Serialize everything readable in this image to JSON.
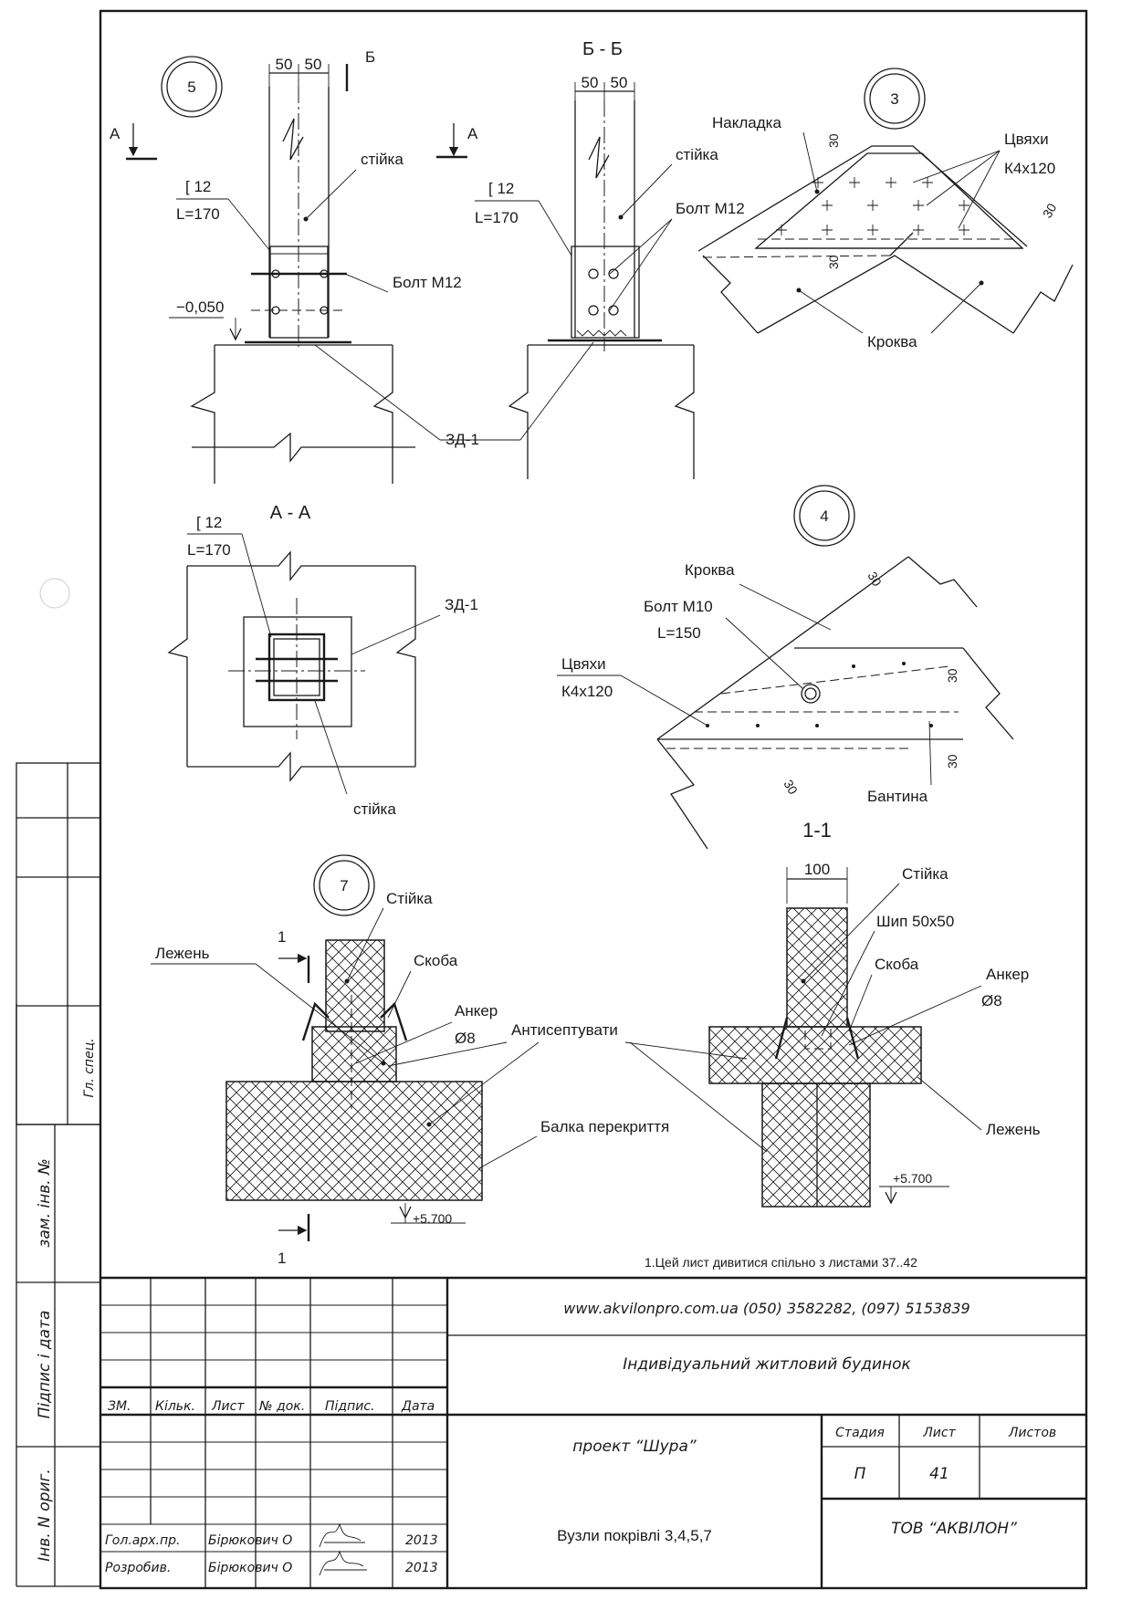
{
  "node5": {
    "num": "5",
    "dim1": "50",
    "dim2": "50",
    "sec_b": "Б",
    "sec_a_left": "А",
    "sec_a_right": "А",
    "label_post": "стійка",
    "label_channel": "[ 12",
    "label_len": "L=170",
    "label_bolt": "Болт М12",
    "label_level": "−0,050"
  },
  "section_bb": {
    "title": "Б - Б",
    "dim1": "50",
    "dim2": "50",
    "label_post": "стійка",
    "label_channel": "[ 12",
    "label_len": "L=170",
    "label_bolt": "Болт М12"
  },
  "zd_label": "ЗД-1",
  "node3": {
    "num": "3",
    "label_plate": "Накладка",
    "label_nails": "Цвяхи",
    "label_nails_size": "К4х120",
    "dim_30a": "30",
    "dim_30b": "30",
    "dim_30c": "30",
    "label_rafter": "Кроква"
  },
  "section_aa": {
    "title": "А - А",
    "label_channel": "[ 12",
    "label_len": "L=170",
    "label_zd": "ЗД-1",
    "label_post": "стійка"
  },
  "node4": {
    "num": "4",
    "label_rafter": "Кроква",
    "label_bolt": "Болт М10",
    "label_len": "L=150",
    "label_nails": "Цвяхи",
    "label_nails_size": "К4х120",
    "label_tie": "Бантина",
    "dim_30a": "30",
    "dim_30b": "30",
    "dim_30c": "30",
    "dim_30d": "30"
  },
  "node7": {
    "num": "7",
    "label_post": "Стійка",
    "label_plate": "Лежень",
    "label_clamp": "Скоба",
    "label_anchor": "Анкер",
    "label_anchor_d": "Ø8",
    "label_antiseptic": "Антисептувати",
    "label_beam": "Балка перекриття",
    "label_level": "+5.700",
    "cut": "1"
  },
  "section_11": {
    "title": "1-1",
    "dim": "100",
    "label_post": "Стійка",
    "label_tenon": "Шип 50х50",
    "label_clamp": "Скоба",
    "label_anchor": "Анкер",
    "label_anchor_d": "Ø8",
    "label_plate": "Лежень",
    "label_level": "+5.700"
  },
  "note": "1.Цей лист дивитися спільно з листами 37..42",
  "side_stamp": {
    "c1": "Гл. спец.",
    "c2": "зам. інв. №",
    "c3": "Підпис і дата",
    "c4": "Інв. N ориг."
  },
  "title_block": {
    "website": "www.akvilonpro.com.ua (050) 3582282, (097) 5153839",
    "object": "Індивідуальний житловий будинок",
    "project": "проект “Шура”",
    "sheet_title": "Вузли покрівлі 3,4,5,7",
    "company": "ТОВ “АКВІЛОН”",
    "headers": {
      "zm": "ЗМ.",
      "kilk": "Кільк.",
      "lyst": "Лист",
      "ndok": "№ док.",
      "pidpys": "Підпис.",
      "data": "Дата"
    },
    "stage_header": "Стадия",
    "sheet_header": "Лист",
    "sheets_header": "Листов",
    "stage": "П",
    "sheet": "41",
    "sheets": "",
    "rows": [
      {
        "role": "Гол.арх.пр.",
        "name": "Бірюкович О",
        "year": "2013"
      },
      {
        "role": "Розробив.",
        "name": "Бірюкович О",
        "year": "2013"
      }
    ]
  }
}
